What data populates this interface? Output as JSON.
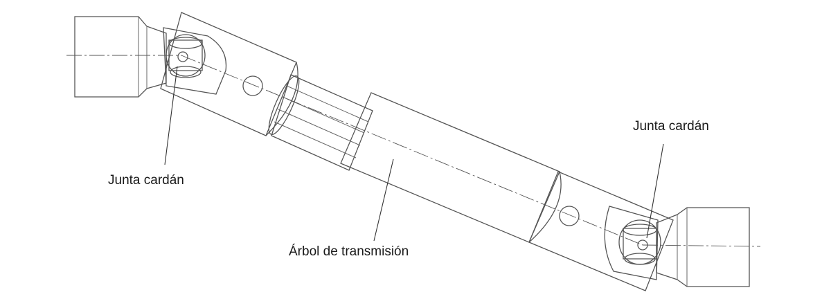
{
  "labels": {
    "left_joint": "Junta cardán",
    "right_joint": "Junta cardán",
    "shaft": "Árbol de transmisión"
  }
}
